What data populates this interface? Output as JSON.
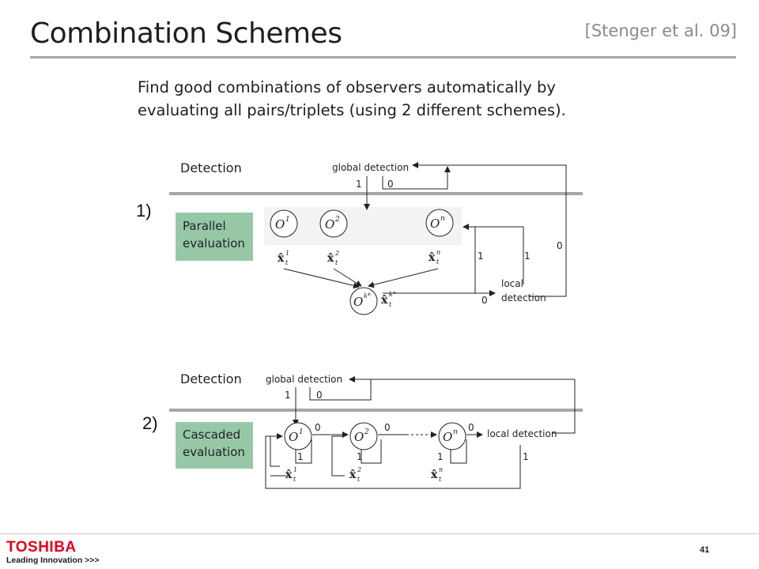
{
  "slide": {
    "title": "Combination Schemes",
    "citation": "[Stenger et al. 09]",
    "intro_line1": "Find good combinations of observers automatically by",
    "intro_line2": "evaluating all pairs/triplets (using 2 different schemes)."
  },
  "scheme1": {
    "label": "1)",
    "section_title": "Detection",
    "box_line1": "Parallel",
    "box_line2": "evaluation",
    "global_detection": "global detection",
    "one": "1",
    "zero": "0",
    "local_line1": "local",
    "local_line2": "detection",
    "observers": [
      "O",
      "O",
      "O",
      "O"
    ],
    "superscripts": [
      "1",
      "2",
      "n",
      "k*"
    ],
    "estimates": [
      "x̂",
      "x̂",
      "x̂",
      "x̂"
    ],
    "estimate_sup": [
      "1",
      "2",
      "n",
      "k*"
    ],
    "estimate_sub": "t"
  },
  "scheme2": {
    "label": "2)",
    "section_title": "Detection",
    "box_line1": "Cascaded",
    "box_line2": "evaluation",
    "global_detection": "global detection",
    "local_detection": "local detection",
    "one": "1",
    "zero": "0",
    "observers": [
      "O",
      "O",
      "O"
    ],
    "superscripts": [
      "1",
      "2",
      "n"
    ],
    "estimates": [
      "x̂",
      "x̂",
      "x̂"
    ],
    "estimate_sup": [
      "1",
      "2",
      "n"
    ],
    "estimate_sub": "t"
  },
  "footer": {
    "brand": "TOSHIBA",
    "tagline": "Leading Innovation >>>",
    "page_number": "41"
  },
  "colors": {
    "box_fill": "#96c8a8",
    "rule_gray": "#a6a6a6",
    "brand_red": "#e2001a"
  }
}
